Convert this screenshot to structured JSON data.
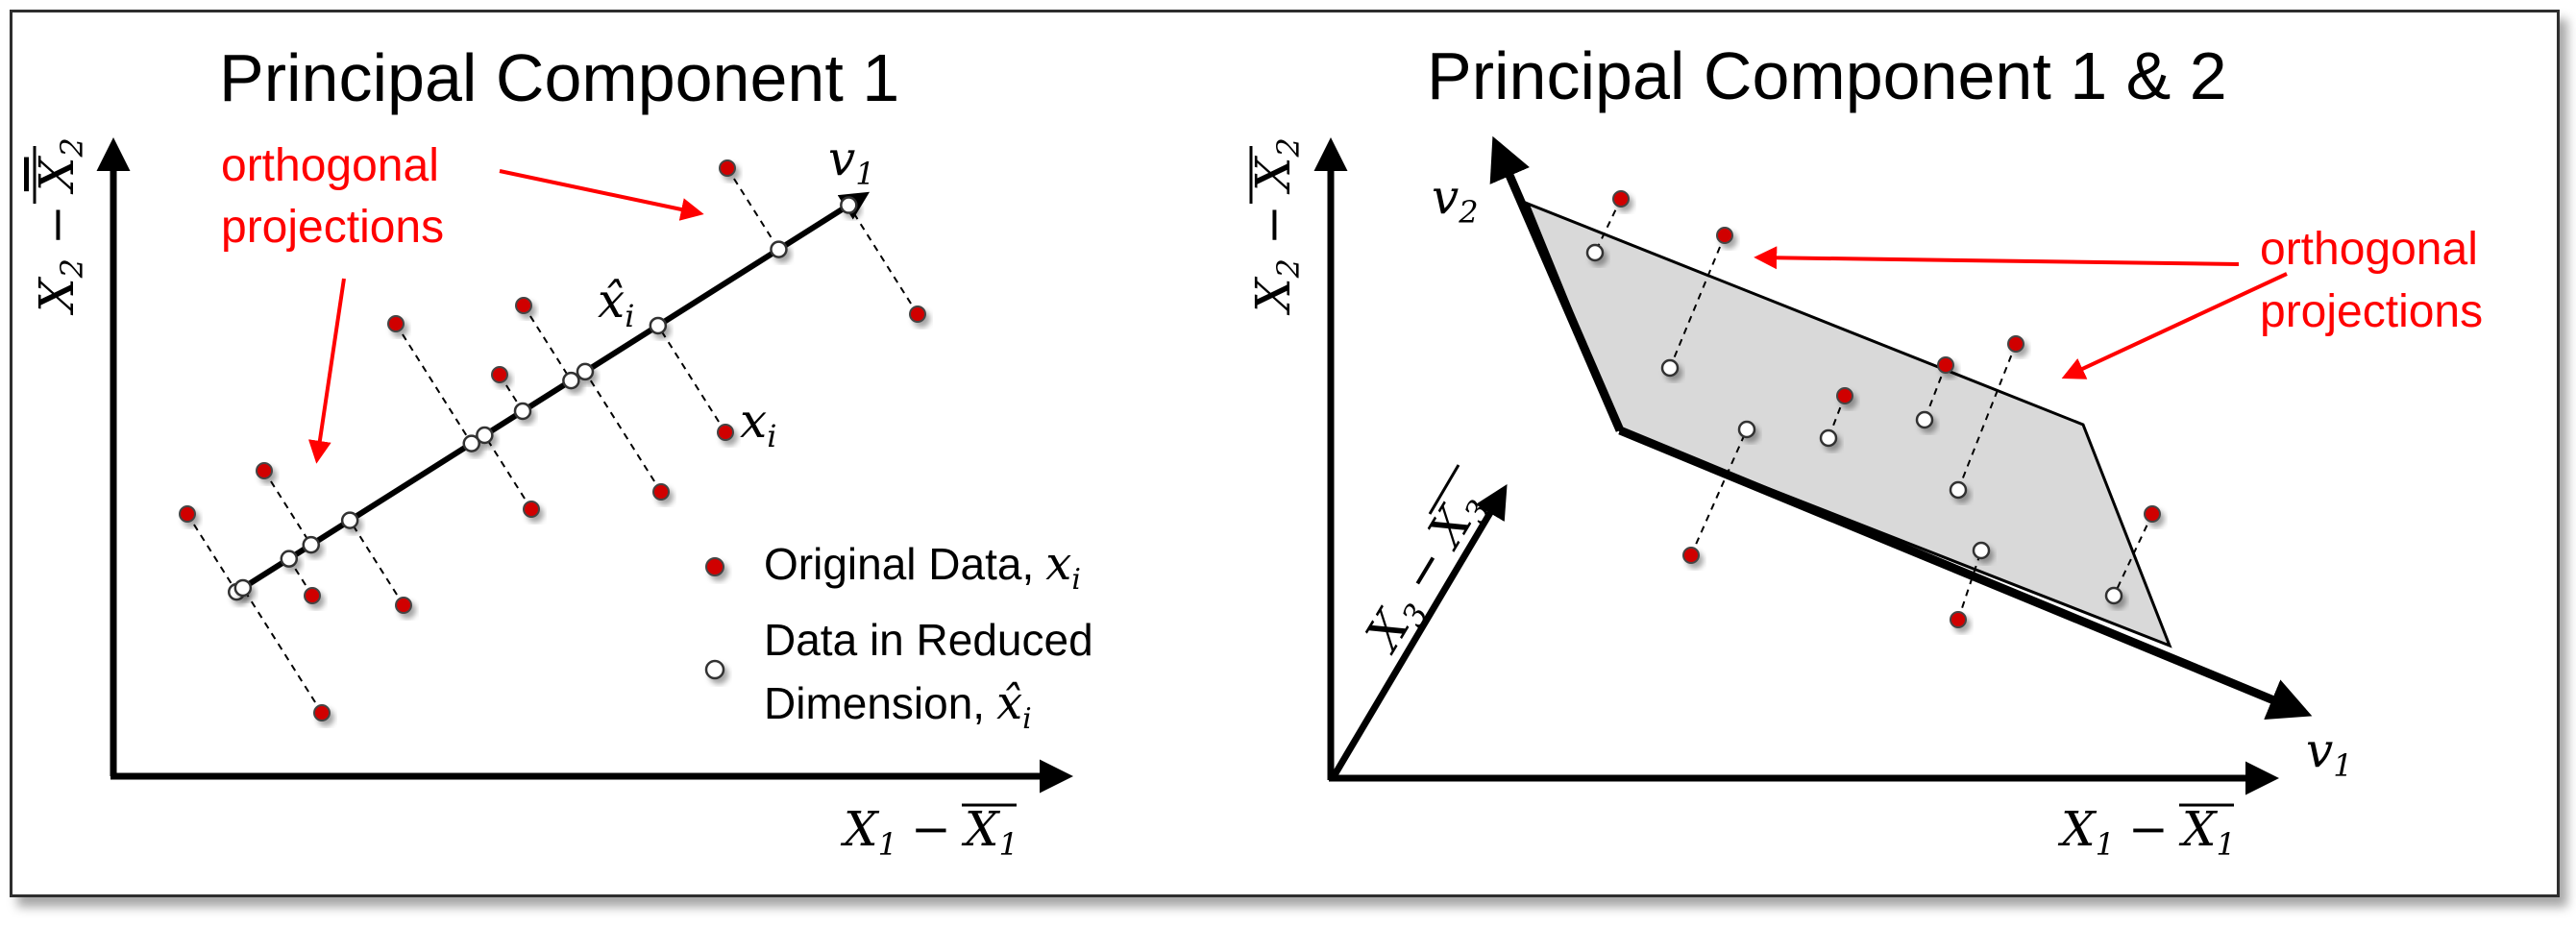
{
  "left_panel": {
    "title": "Principal Component 1",
    "annotation_line1": "orthogonal",
    "annotation_line2": "projections",
    "x_axis": {
      "var": "X",
      "sub": "1",
      "op": "−",
      "bar_var": "X",
      "bar_sub": "1"
    },
    "y_axis": {
      "var": "X",
      "sub": "2",
      "op": "−",
      "bar_var": "X",
      "bar_sub": "2"
    },
    "vector": {
      "var": "v",
      "sub": "1"
    },
    "xhat": {
      "var": "x̂",
      "sub": "i"
    },
    "xi": {
      "var": "x",
      "sub": "i"
    },
    "legend": {
      "original": "Original Data,",
      "original_sym": "x",
      "original_sub": "i",
      "reduced_line1": "Data in Reduced",
      "reduced_line2": "Dimension,",
      "reduced_sym": "x̂",
      "reduced_sub": "i"
    }
  },
  "right_panel": {
    "title": "Principal Component 1 & 2",
    "annotation_line1": "orthogonal",
    "annotation_line2": "projections",
    "x_axis": {
      "var": "X",
      "sub": "1",
      "op": "−",
      "bar_var": "X",
      "bar_sub": "1"
    },
    "y_axis": {
      "var": "X",
      "sub": "2",
      "op": "−",
      "bar_var": "X",
      "bar_sub": "2"
    },
    "z_axis": {
      "var": "X",
      "sub": "3",
      "op": "−",
      "bar_var": "X",
      "bar_sub": "3"
    },
    "v1": {
      "var": "v",
      "sub": "1"
    },
    "v2": {
      "var": "v",
      "sub": "2"
    }
  },
  "colors": {
    "original": "#d00000",
    "reduced": "#ffffff",
    "annotation": "#ff0000",
    "plane": "#d9d9d9"
  },
  "icons": {
    "original_marker": "red-dot-icon",
    "reduced_marker": "white-dot-icon"
  }
}
